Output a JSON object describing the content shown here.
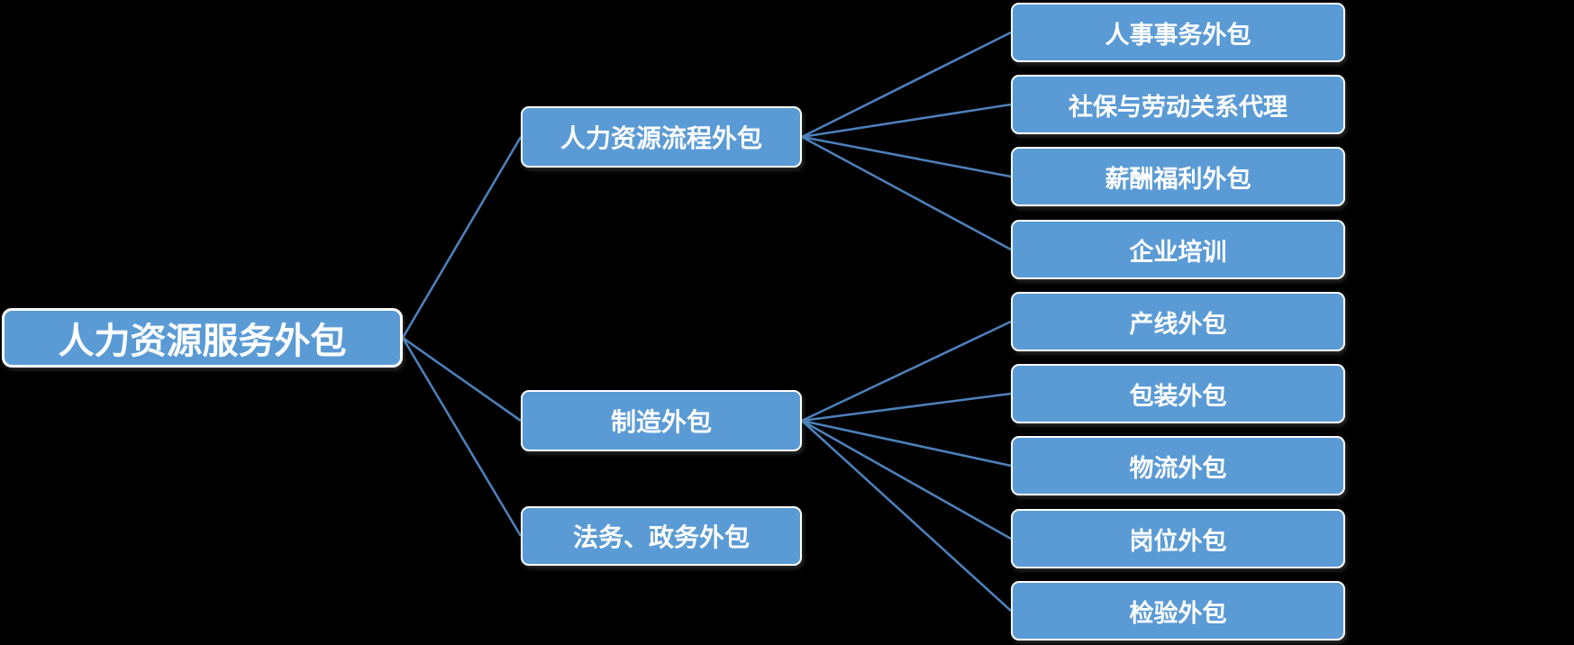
{
  "diagram": {
    "type": "mindmap-tree",
    "root": {
      "label": "人力资源服务外包"
    },
    "branches": [
      {
        "label": "人力资源流程外包",
        "children": [
          "人事事务外包",
          "社保与劳动关系代理",
          "薪酬福利外包",
          "企业培训"
        ]
      },
      {
        "label": "制造外包",
        "children": [
          "产线外包",
          "包装外包",
          "物流外包",
          "岗位外包",
          "检验外包"
        ]
      },
      {
        "label": "法务、政务外包",
        "children": []
      }
    ],
    "colors": {
      "node_fill": "#5b9bd5",
      "node_border": "#ffffff",
      "node_text": "#ffffff",
      "connector_line": "#4d80ba",
      "background": "#000000"
    }
  }
}
